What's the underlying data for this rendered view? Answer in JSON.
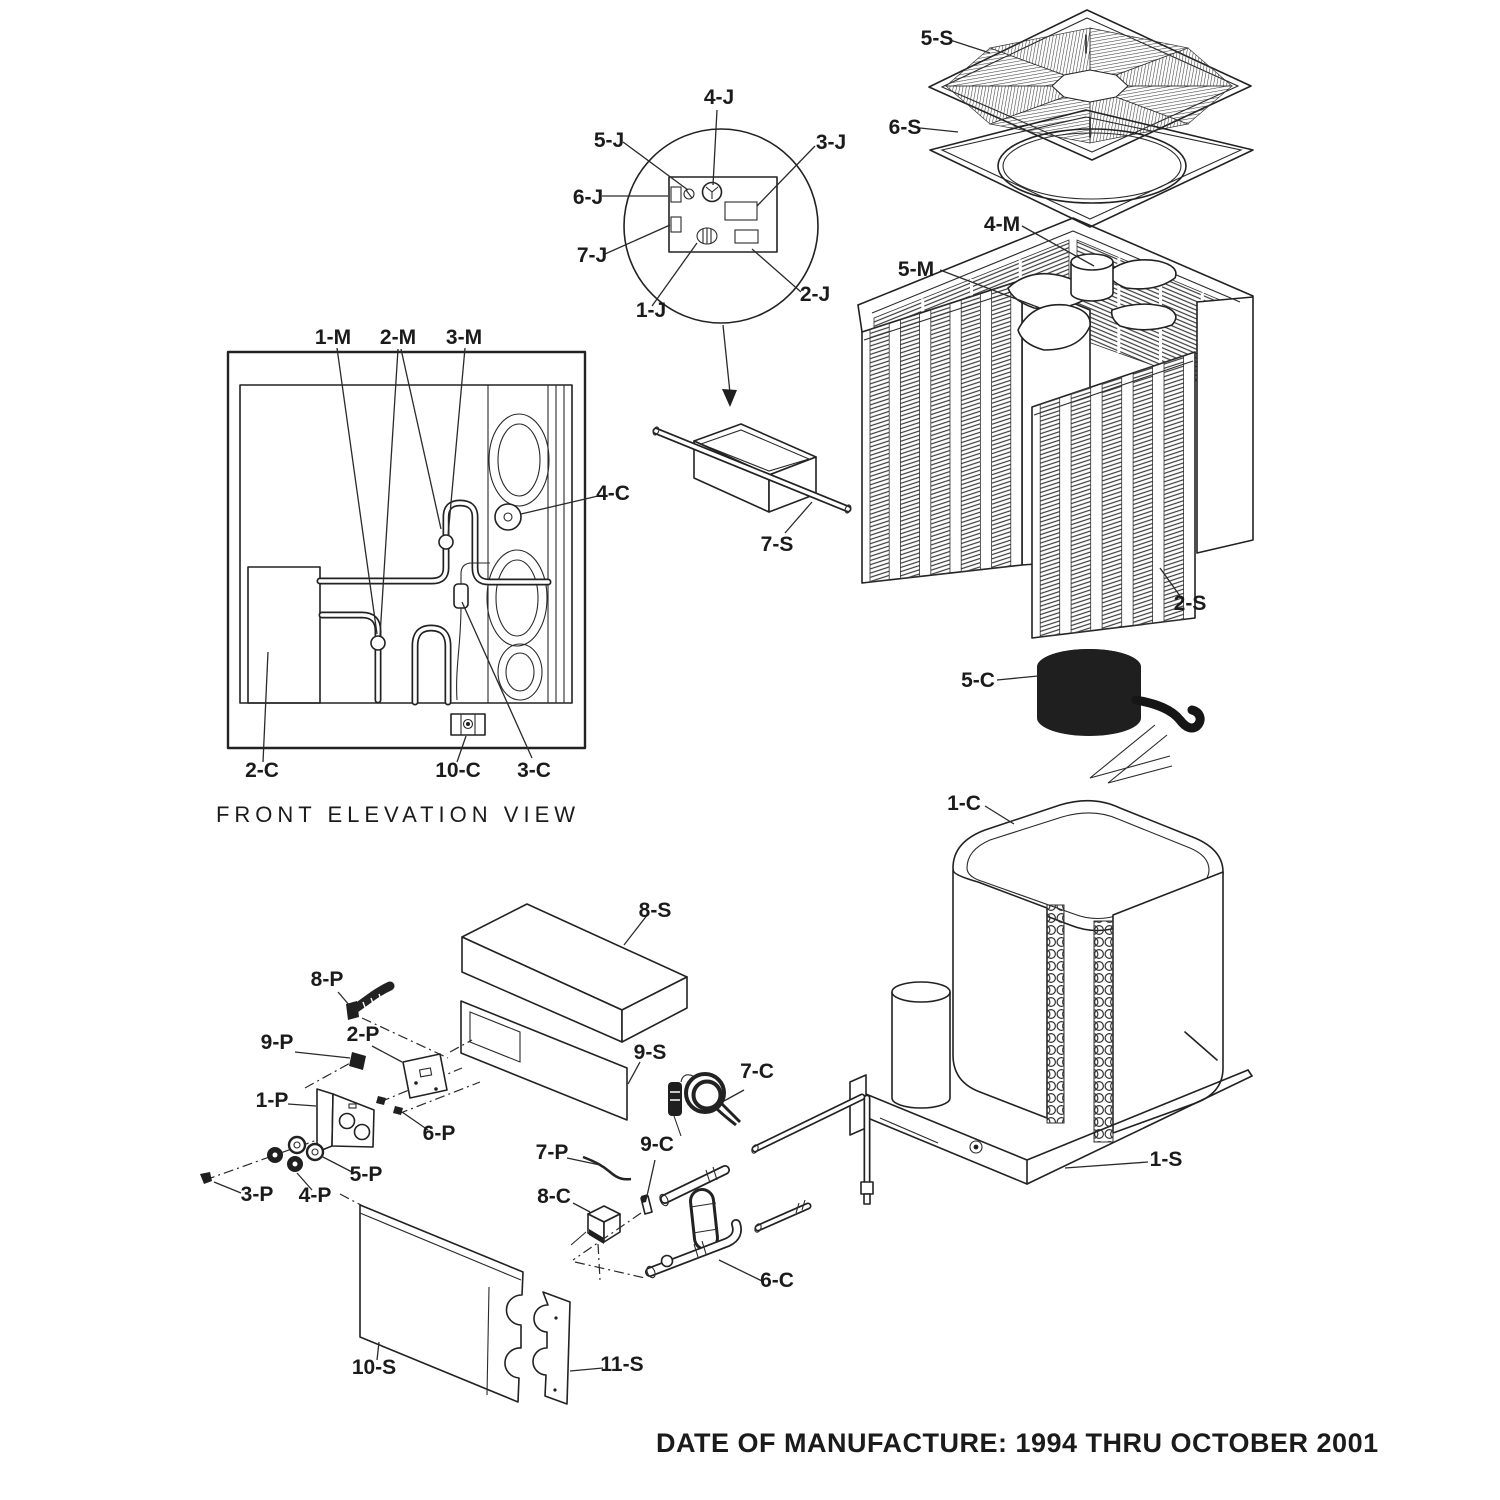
{
  "page": {
    "background": "#ffffff",
    "ink": "#222222"
  },
  "footer": "DATE OF MANUFACTURE: 1994 THRU OCTOBER 2001",
  "front_elevation": {
    "title": "FRONT ELEVATION VIEW"
  },
  "labels": {
    "j1": "1-J",
    "j2": "2-J",
    "j3": "3-J",
    "j4": "4-J",
    "j5": "5-J",
    "j6": "6-J",
    "j7": "7-J",
    "m1": "1-M",
    "m2": "2-M",
    "m3": "3-M",
    "m4": "4-M",
    "m5": "5-M",
    "c1": "1-C",
    "c2": "2-C",
    "c3": "3-C",
    "c4": "4-C",
    "c5": "5-C",
    "c6": "6-C",
    "c7": "7-C",
    "c8": "8-C",
    "c9": "9-C",
    "c10": "10-C",
    "s1": "1-S",
    "s2": "2-S",
    "s5": "5-S",
    "s6": "6-S",
    "s7": "7-S",
    "s8": "8-S",
    "s9": "9-S",
    "s10": "10-S",
    "s11": "11-S",
    "p1": "1-P",
    "p2": "2-P",
    "p3": "3-P",
    "p4": "4-P",
    "p5": "5-P",
    "p6": "6-P",
    "p7": "7-P",
    "p8": "8-P",
    "p9": "9-P"
  }
}
